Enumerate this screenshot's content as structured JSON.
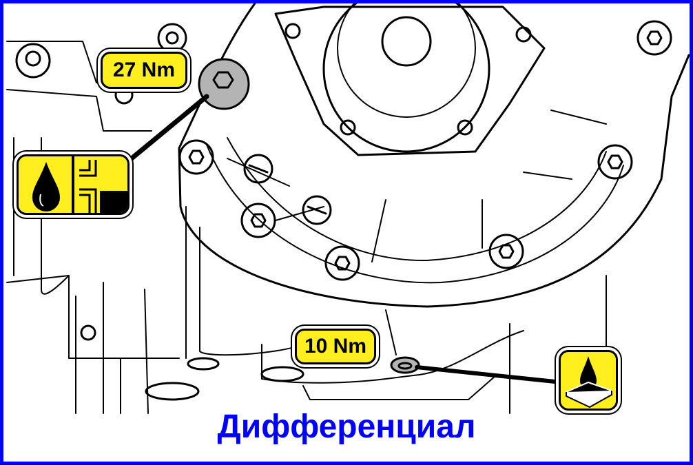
{
  "labels": {
    "torque_filler": "27 Nm",
    "torque_drain": "10 Nm"
  },
  "icons": {
    "filler": "oil-fill-level-icon",
    "drain": "oil-drain-icon"
  },
  "caption": "Дифференциал",
  "colors": {
    "frame": "#0000ff",
    "label_bg": "#ffef1f",
    "caption": "#0000ff",
    "plug": "#b4b4b4"
  }
}
